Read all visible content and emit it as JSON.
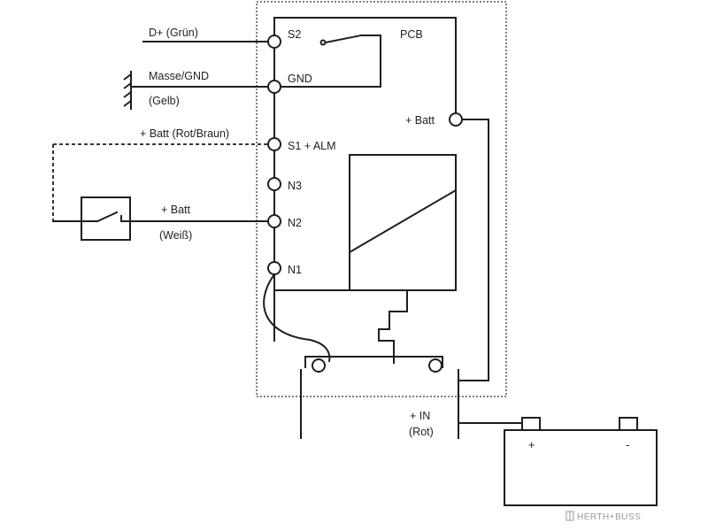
{
  "colors": {
    "ink": "#1e1e1e",
    "paper": "#ffffff",
    "watermark": "#9a9a9a"
  },
  "labels": {
    "pcb": "PCB",
    "s2": "S2",
    "gnd": "GND",
    "s1_alm": "S1 + ALM",
    "n3": "N3",
    "n2": "N2",
    "n1": "N1",
    "batt_pcb": "+ Batt",
    "d_plus": "D+ (Grün)",
    "masse": "Masse/GND",
    "gelb": "(Gelb)",
    "batt_rot_braun": "+ Batt (Rot/Braun)",
    "batt_switch": "+ Batt",
    "weiss": "(Weiß)",
    "in": "+ IN",
    "rot": "(Rot)",
    "plus": "+",
    "minus": "-",
    "watermark": "HERTH+BUSS"
  },
  "icons": {
    "ground": "ground-symbol-icon",
    "watermark_logo": "herth-buss-logo-icon"
  }
}
